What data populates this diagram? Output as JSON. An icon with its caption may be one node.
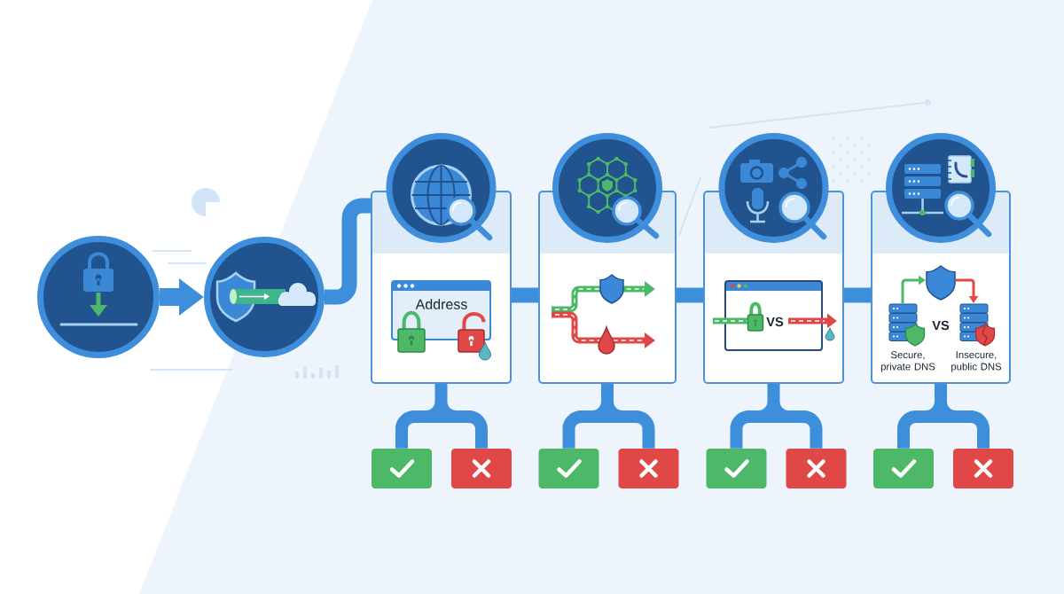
{
  "diagram": {
    "nodes": [
      {
        "text": [],
        "shape": "circle"
      },
      {
        "text": [],
        "shape": "circle"
      },
      {
        "text": [
          "Address"
        ]
      },
      {
        "text": [],
        "shape": "box"
      },
      {
        "text": [
          "VS"
        ]
      },
      {
        "text": [
          "VS",
          "Secure, private DNS",
          "Insecure, public DNS"
        ]
      },
      {
        "text": [],
        "shape": "box"
      },
      {
        "text": [],
        "shape": "box"
      },
      {
        "text": [],
        "shape": "box"
      },
      {
        "text": [],
        "shape": "box"
      },
      {
        "text": [],
        "shape": "box"
      },
      {
        "text": [],
        "shape": "box"
      },
      {
        "text": [],
        "shape": "box"
      },
      {
        "text": [],
        "shape": "box"
      }
    ],
    "edges": [
      {
        "from": 0,
        "to": 1,
        "arrow": "to"
      },
      {
        "from": 1,
        "to": 2,
        "arrow": "none"
      },
      {
        "from": 2,
        "to": 3,
        "arrow": "none"
      },
      {
        "from": 3,
        "to": 4,
        "arrow": "none"
      },
      {
        "from": 4,
        "to": 5,
        "arrow": "none"
      },
      {
        "from": 2,
        "to": 6,
        "arrow": "none"
      },
      {
        "from": 2,
        "to": 7,
        "arrow": "none"
      },
      {
        "from": 3,
        "to": 8,
        "arrow": "none"
      },
      {
        "from": 3,
        "to": 9,
        "arrow": "none"
      },
      {
        "from": 4,
        "to": 10,
        "arrow": "none"
      },
      {
        "from": 4,
        "to": 11,
        "arrow": "none"
      },
      {
        "from": 5,
        "to": 12,
        "arrow": "none"
      },
      {
        "from": 5,
        "to": 13,
        "arrow": "none"
      }
    ]
  }
}
